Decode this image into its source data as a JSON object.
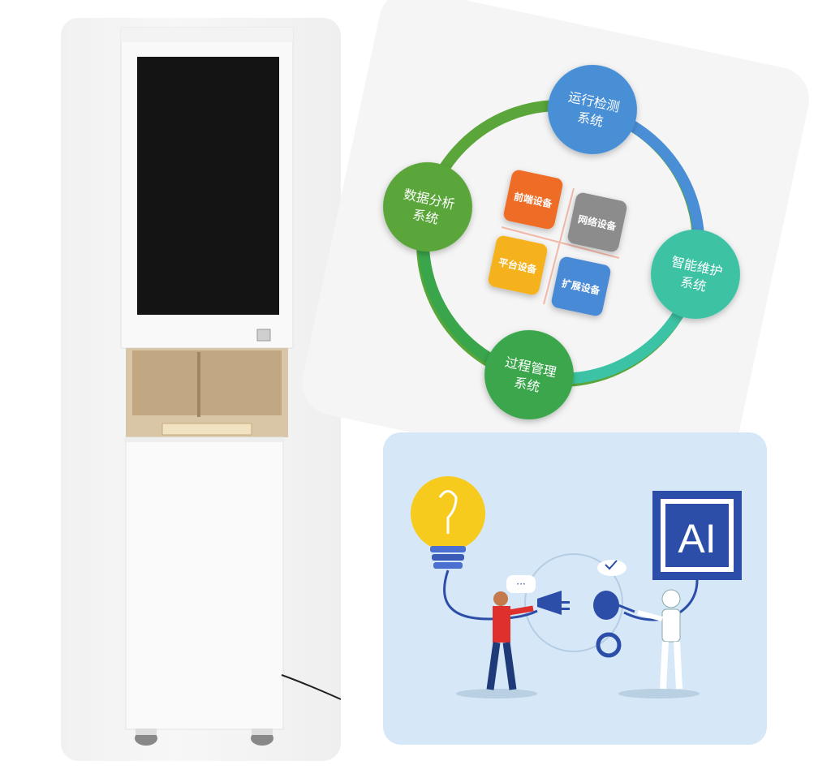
{
  "diagram": {
    "nodes": [
      {
        "line1": "运行检测",
        "line2": "系统",
        "color": "#4a8fd6"
      },
      {
        "line1": "智能维护",
        "line2": "系统",
        "color": "#3cc2a4"
      },
      {
        "line1": "过程管理",
        "line2": "系统",
        "color": "#3aa64c"
      },
      {
        "line1": "数据分析",
        "line2": "系统",
        "color": "#5aa63a"
      }
    ],
    "quadrants": [
      {
        "label": "前端设备",
        "color": "#ee6c25"
      },
      {
        "label": "网络设备",
        "color": "#8c8c8c"
      },
      {
        "label": "平台设备",
        "color": "#f5b21a"
      },
      {
        "label": "扩展设备",
        "color": "#4a8ad6"
      }
    ]
  },
  "illustration": {
    "chip_label": "AI"
  }
}
